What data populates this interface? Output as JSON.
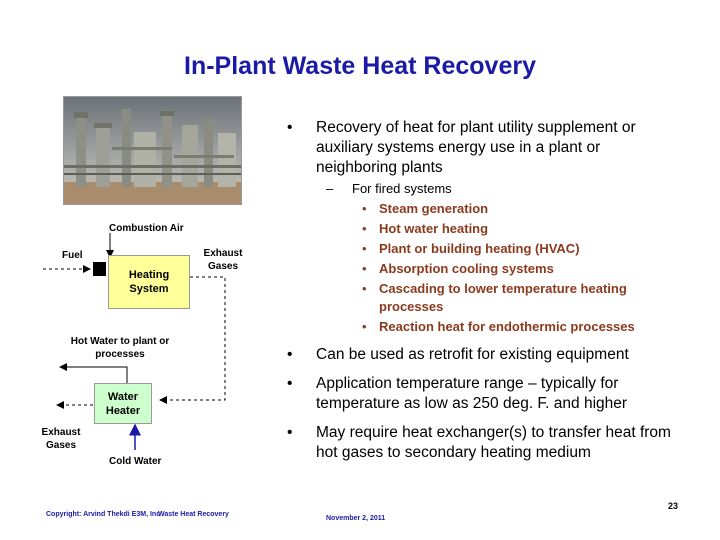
{
  "title": "In-Plant Waste Heat Recovery",
  "diagram": {
    "combustion_air": "Combustion Air",
    "fuel": "Fuel",
    "exhaust_gases_top": "Exhaust Gases",
    "heating_system": "Heating System",
    "hot_water": "Hot Water to plant or processes",
    "water_heater": "Water Heater",
    "exhaust_gases_bottom": "Exhaust Gases",
    "cold_water": "Cold Water"
  },
  "bullets": {
    "b1": "Recovery of heat for plant utility supplement  or auxiliary systems energy use in a plant or neighboring plants",
    "sub": "For fired systems",
    "items": [
      "Steam generation",
      "Hot water heating",
      "Plant or building heating (HVAC)",
      "Absorption cooling systems",
      "Cascading to lower temperature heating processes",
      "Reaction heat for endothermic processes"
    ],
    "b2": "Can be used as retrofit for existing equipment",
    "b3": "Application temperature range – typically for temperature as low as 250 deg. F. and higher",
    "b4": "May require heat exchanger(s) to transfer heat from hot gases to secondary heating medium"
  },
  "footer": {
    "copyright": "Copyright: Arvind Thekdi E3M, Inc",
    "topic": "Waste Heat Recovery",
    "date": "November 2, 2011",
    "page": "23"
  },
  "colors": {
    "title": "#1a1aa6",
    "sub_bullets": "#8b3a1e",
    "heating_box": "#ffff99",
    "water_box": "#ccffcc"
  }
}
